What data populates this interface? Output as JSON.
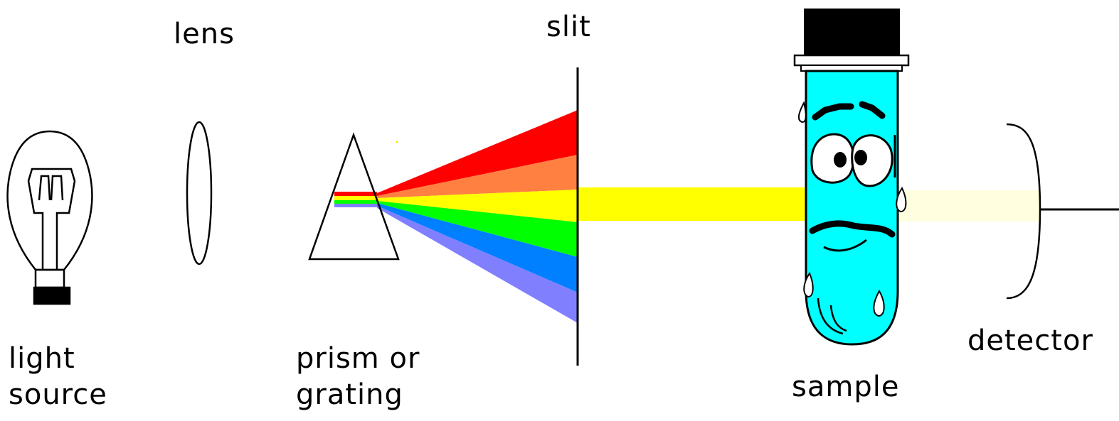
{
  "labels": {
    "light_source_line1": "light",
    "light_source_line2": "source",
    "lens": "lens",
    "prism_line1": "prism or",
    "prism_line2": "grating",
    "slit": "slit",
    "sample": "sample",
    "detector": "detector"
  },
  "colors": {
    "red": "#ff0000",
    "orange": "#ff8040",
    "yellow": "#ffff00",
    "green": "#00ff00",
    "blue": "#0080ff",
    "violet": "#8080ff",
    "sample_liquid": "#00ffff",
    "transmitted_beam": "#ffffe0",
    "outline": "#000000"
  },
  "icons": {
    "light_source": "light-bulb-icon",
    "lens": "lens-icon",
    "prism": "prism-icon",
    "sample": "test-tube-character-icon",
    "detector": "detector-icon"
  }
}
